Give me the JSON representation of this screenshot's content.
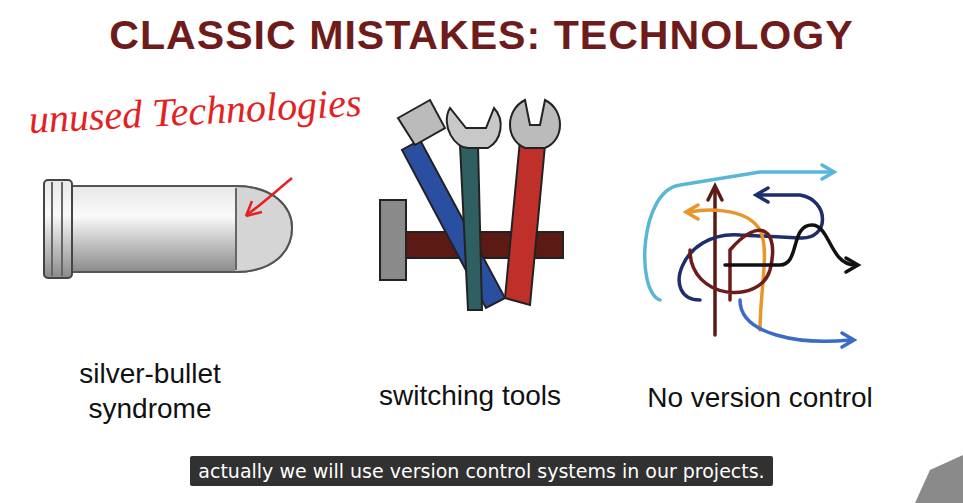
{
  "diagram": {
    "title": "CLASSIC MISTAKES: TECHNOLOGY",
    "caption": "actually we will use version control systems in our projects.",
    "labels": [
      "unused Technologies",
      "silver-bullet syndrome",
      "switching tools",
      "No version control"
    ]
  }
}
